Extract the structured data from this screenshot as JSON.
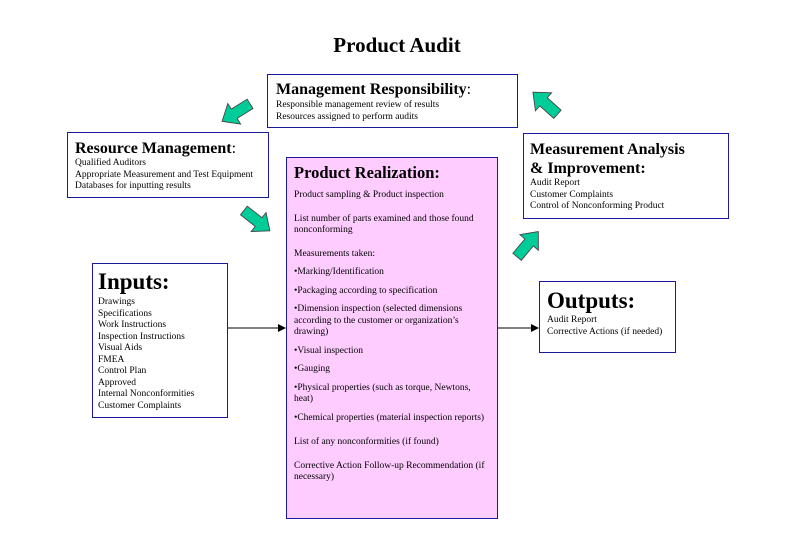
{
  "title": "Product Audit",
  "management": {
    "heading": "Management Responsibility",
    "colon": ":",
    "items": [
      "Responsible management review of results",
      "Resources assigned to perform audits"
    ]
  },
  "resource": {
    "heading": "Resource Management",
    "colon": ":",
    "items": [
      "Qualified Auditors",
      "Appropriate Measurement and Test Equipment",
      "Databases for inputting results"
    ]
  },
  "measurement": {
    "heading_line1": "Measurement Analysis",
    "heading_line2": "& Improvement:",
    "items": [
      "Audit Report",
      "Customer Complaints",
      "Control of Nonconforming Product"
    ]
  },
  "inputs": {
    "heading": "Inputs:",
    "items": [
      "Drawings",
      "Specifications",
      "Work Instructions",
      "Inspection Instructions",
      "Visual Aids",
      "FMEA",
      "Control Plan",
      "Approved",
      "Internal Nonconformities",
      "Customer Complaints"
    ]
  },
  "outputs": {
    "heading": "Outputs:",
    "items": [
      "Audit Report",
      "Corrective Actions (if needed)"
    ]
  },
  "realization": {
    "heading": "Product Realization:",
    "items": [
      "Product sampling & Product inspection",
      "List number of parts examined and those found nonconforming",
      "Measurements taken:",
      "•Marking/Identification",
      "•Packaging according to specification",
      "•Dimension inspection (selected dimensions according to the customer or organization’s drawing)",
      "•Visual inspection",
      "•Gauging",
      "•Physical properties (such as torque, Newtons, heat)",
      "•Chemical properties (material inspection reports)",
      "List of any nonconformities (if found)",
      "Corrective Action Follow-up Recommendation (if  necessary)"
    ]
  },
  "colors": {
    "box_border": "#1a1aa0",
    "realization_fill": "#ffccff",
    "arrow_fill": "#00cc99",
    "arrow_outline": "#444444"
  }
}
